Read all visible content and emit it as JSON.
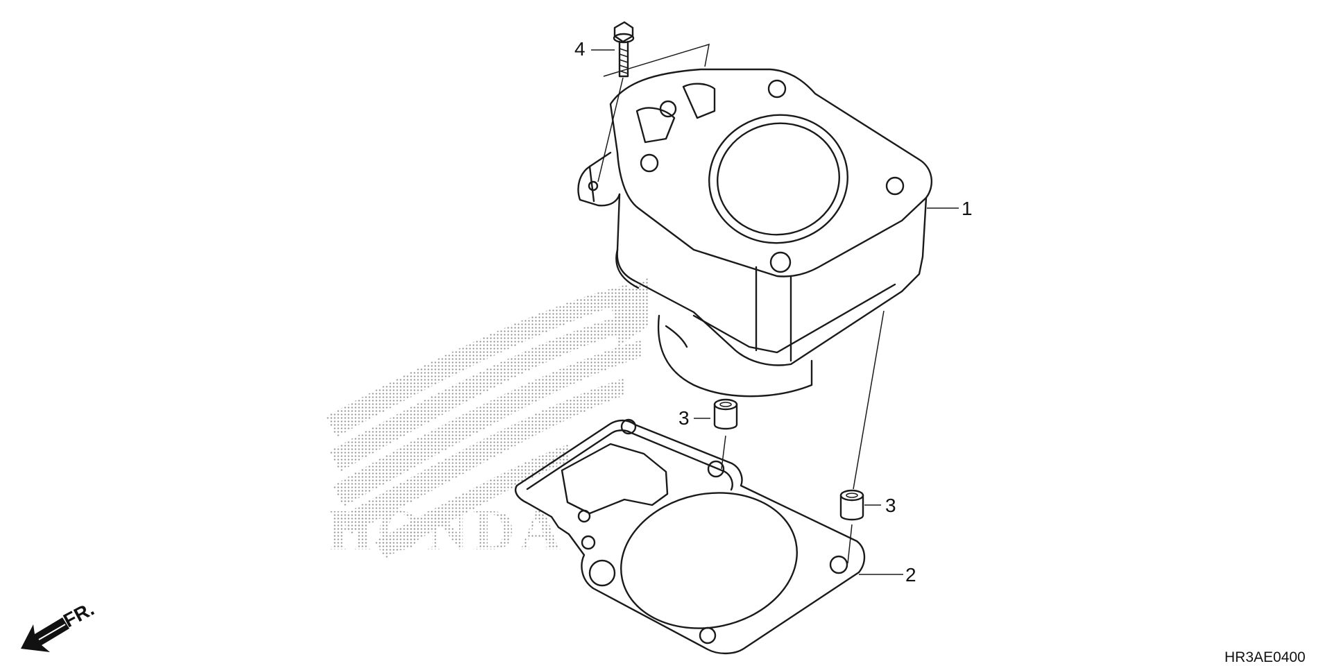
{
  "callouts": [
    {
      "id": "1",
      "label": "1"
    },
    {
      "id": "2",
      "label": "2"
    },
    {
      "id": "3a",
      "label": "3"
    },
    {
      "id": "3b",
      "label": "3"
    },
    {
      "id": "4",
      "label": "4"
    }
  ],
  "front_indicator": {
    "label": "FR.",
    "icon": "arrow-down-left-icon"
  },
  "diagram_code": "HR3AE0400",
  "watermark": {
    "text": "HONDA"
  },
  "colors": {
    "line": "#1a1a1a",
    "watermark": "#8a8a8a",
    "background": "#ffffff"
  }
}
